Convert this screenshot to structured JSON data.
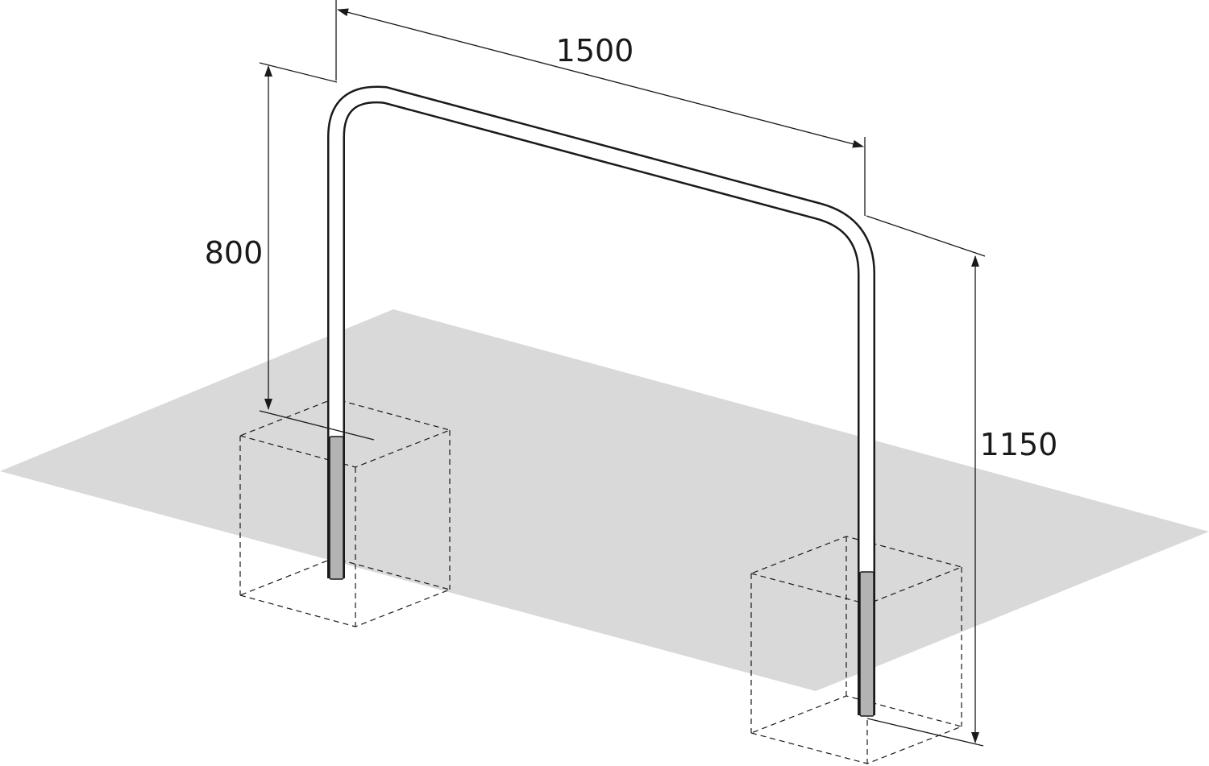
{
  "dimensions": {
    "width": "1500",
    "height_above_ground": "800",
    "total_height": "1150"
  },
  "colors": {
    "ground": "#d9d9d9",
    "embedded_pipe": "#b3b3b3",
    "pipe_outline": "#1a1a1a",
    "pipe_fill": "#ffffff"
  }
}
